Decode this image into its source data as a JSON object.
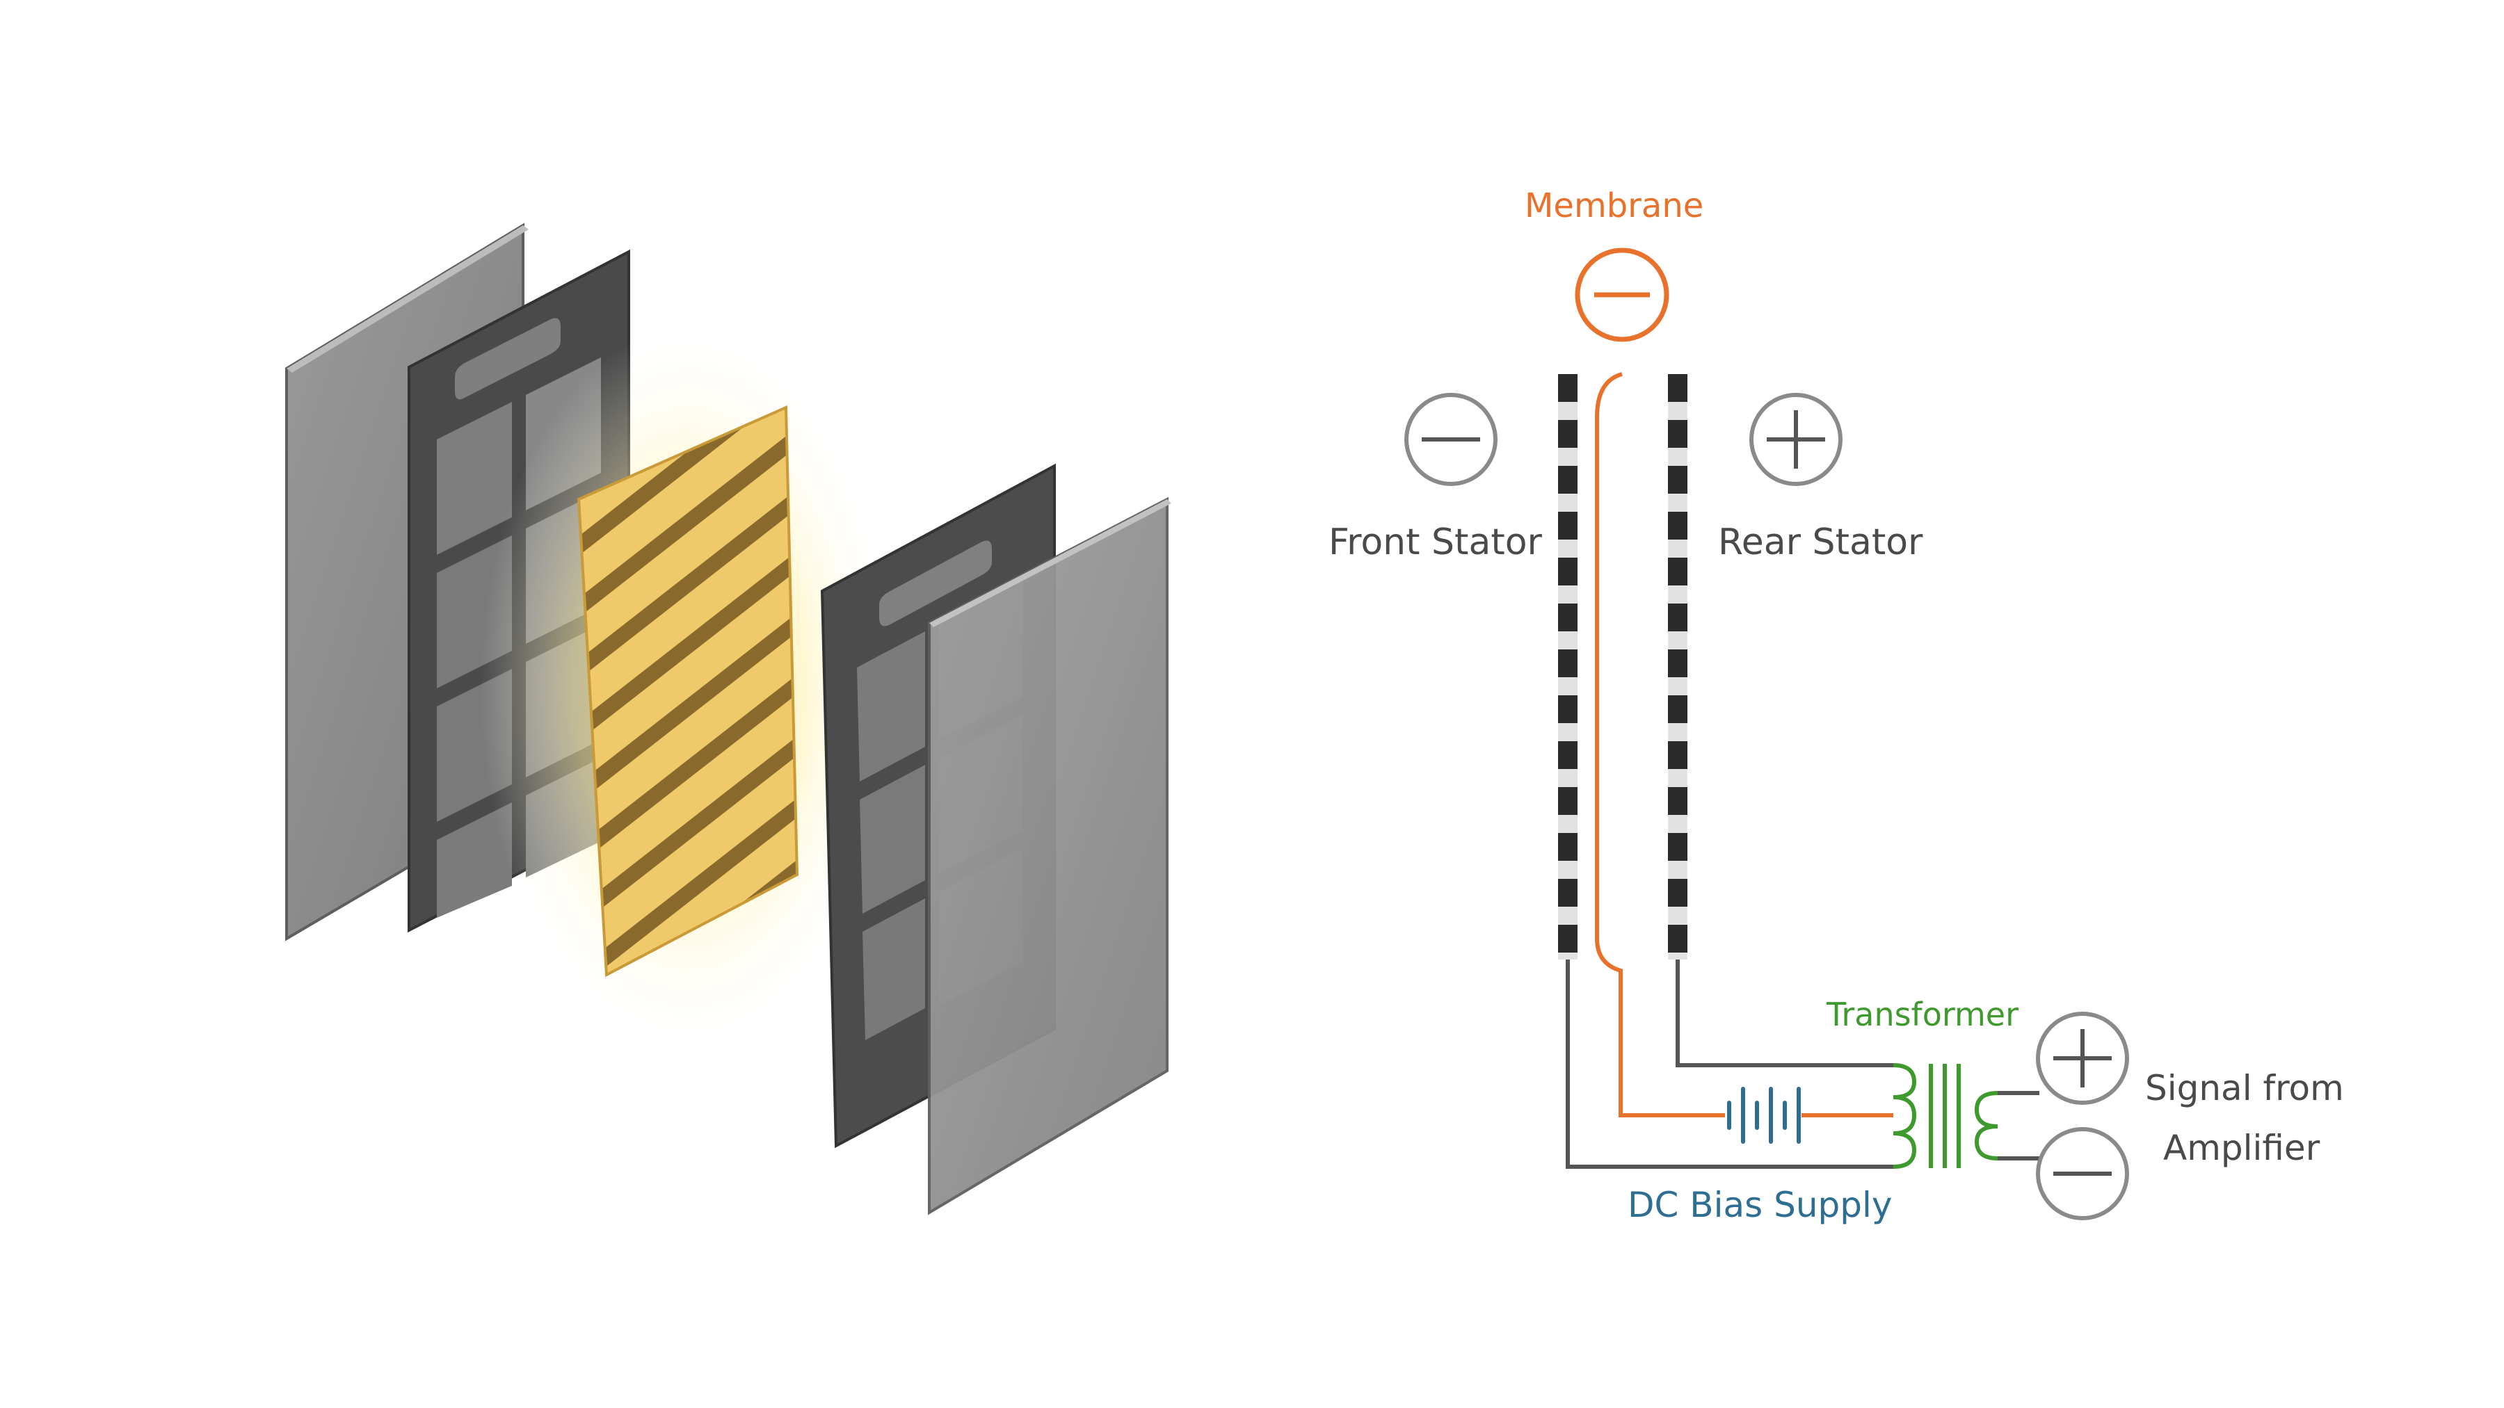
{
  "labels": {
    "membrane": "Membrane",
    "front_stator": "Front Stator",
    "rear_stator": "Rear Stator",
    "transformer": "Transformer",
    "dc_bias_supply": "DC Bias Supply",
    "signal_line1": "Signal from",
    "signal_line2": "Amplifier"
  },
  "colors": {
    "membrane": "#e8722c",
    "transformer": "#3f9a2e",
    "dc_bias": "#2e6e93",
    "wire": "#555555",
    "label_text": "#4a4a4a",
    "symbol_gray": "#8a8a8a",
    "stator_dark": "#2b2b2b",
    "stator_light": "#e2e2e2",
    "panel_gray": "#8f8f8f",
    "frame_dark": "#4a4a4a",
    "membrane_gold": "#e3b44a"
  },
  "icons": {
    "membrane_charge": "minus-circle-icon",
    "front_stator_charge": "minus-circle-icon",
    "rear_stator_charge": "plus-circle-icon",
    "signal_positive": "plus-circle-icon",
    "signal_negative": "minus-circle-icon"
  }
}
